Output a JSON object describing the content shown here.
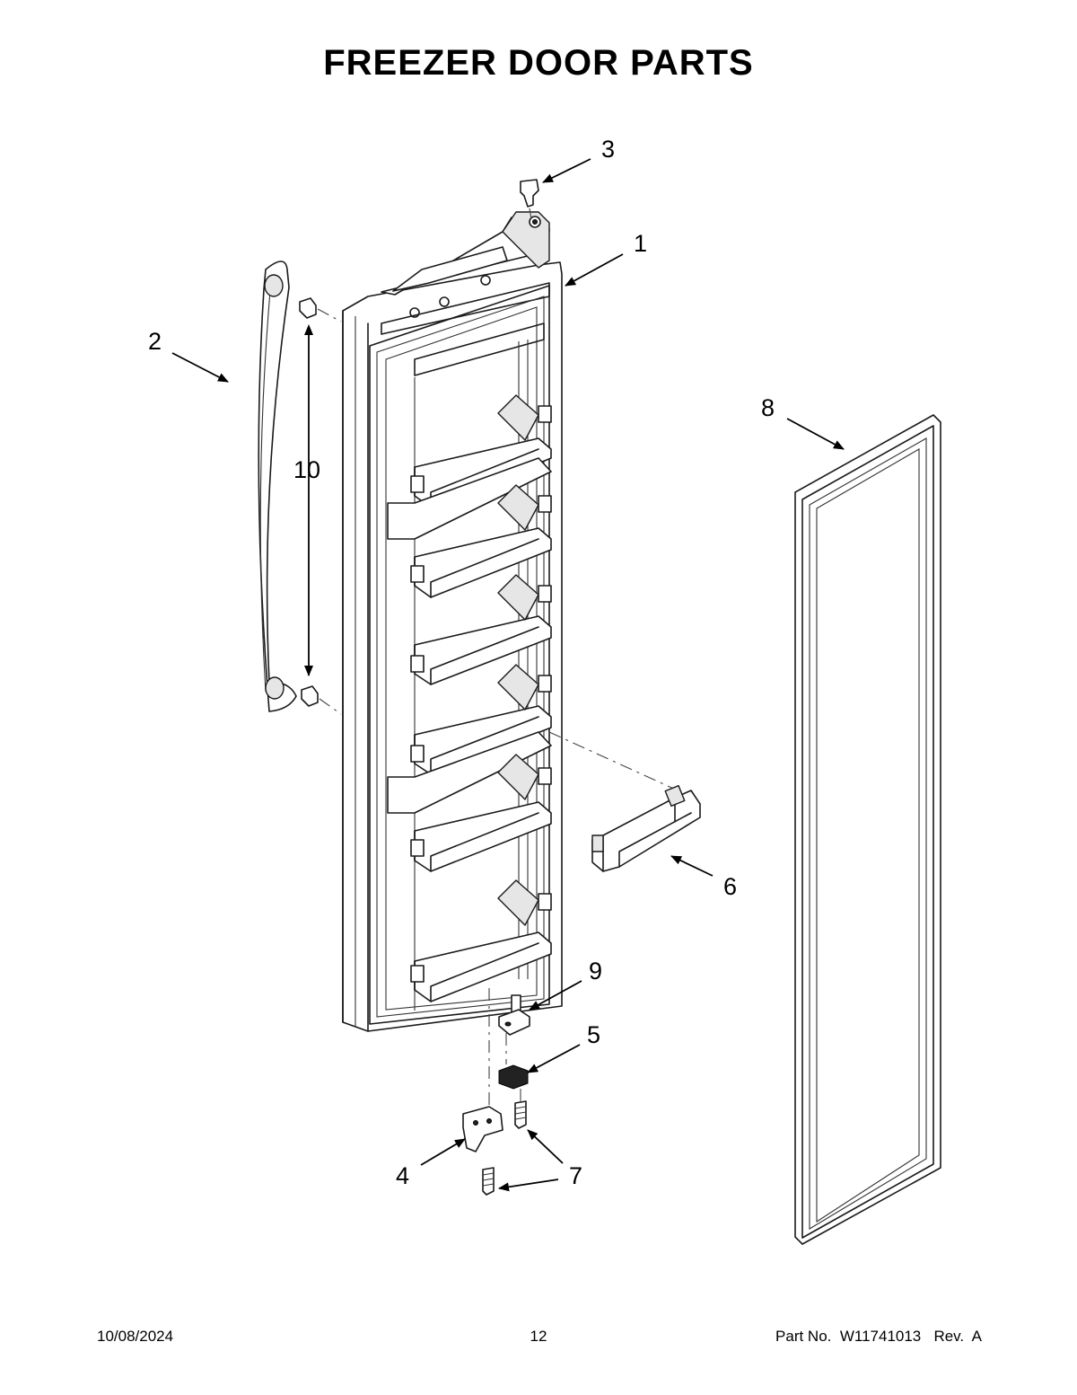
{
  "title": "FREEZER DOOR PARTS",
  "callouts": {
    "c1": "1",
    "c2": "2",
    "c3": "3",
    "c4": "4",
    "c5": "5",
    "c6": "6",
    "c7": "7",
    "c8": "8",
    "c9": "9",
    "c10": "10"
  },
  "footer": {
    "date": "10/08/2024",
    "page": "12",
    "part_no_label": "Part No.",
    "part_no": "W11741013",
    "rev_label": "Rev.",
    "rev": "A"
  }
}
